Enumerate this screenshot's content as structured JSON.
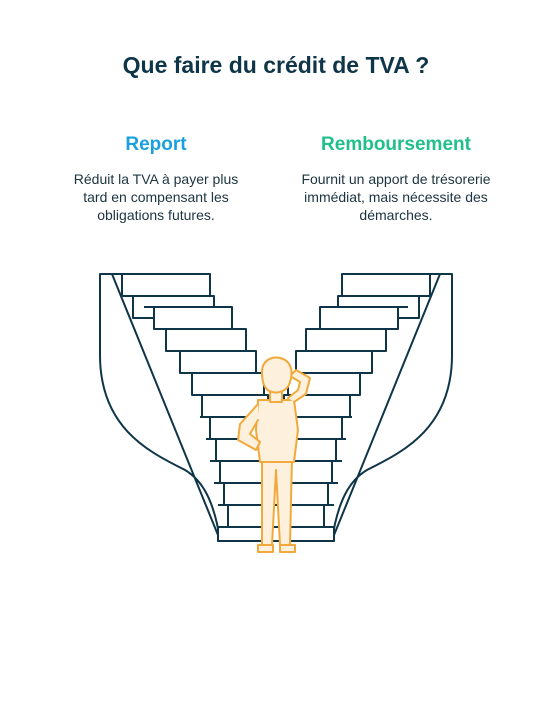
{
  "title": "Que faire du crédit de TVA ?",
  "options": [
    {
      "heading": "Report",
      "description": "Réduit la TVA à payer plus tard en compensant les obligations futures.",
      "color": "#1ba0df"
    },
    {
      "heading": "Remboursement",
      "description": "Fournit un apport de trésorerie immédiat, mais nécessite des démarches.",
      "color": "#21c08a"
    }
  ],
  "colors": {
    "title": "#0f3548",
    "stroke": "#0f3548",
    "figure_stroke": "#f2a93b",
    "figure_fill": "#fdf0dd"
  },
  "icons": [
    "staircase-illustration",
    "person-thinking-icon"
  ]
}
